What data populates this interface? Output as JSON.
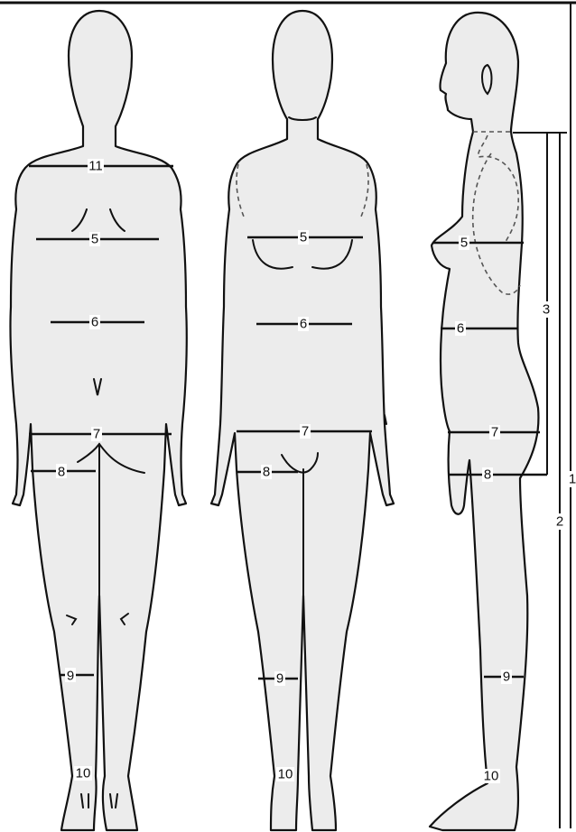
{
  "labels": {
    "neck_back": "11",
    "bust_back": "5",
    "waist_back": "6",
    "hip_back": "7",
    "thigh_back": "8",
    "knee_back": "9",
    "ankle_back": "10",
    "bust_front": "5",
    "waist_front": "6",
    "hip_front": "7",
    "thigh_front": "8",
    "knee_front": "9",
    "ankle_front": "10",
    "bust_side": "5",
    "waist_side": "6",
    "hip_side": "7",
    "thigh_side": "8",
    "knee_side": "9",
    "ankle_side": "10",
    "torso_length": "3",
    "neck_to_floor": "2",
    "full_height": "1"
  }
}
